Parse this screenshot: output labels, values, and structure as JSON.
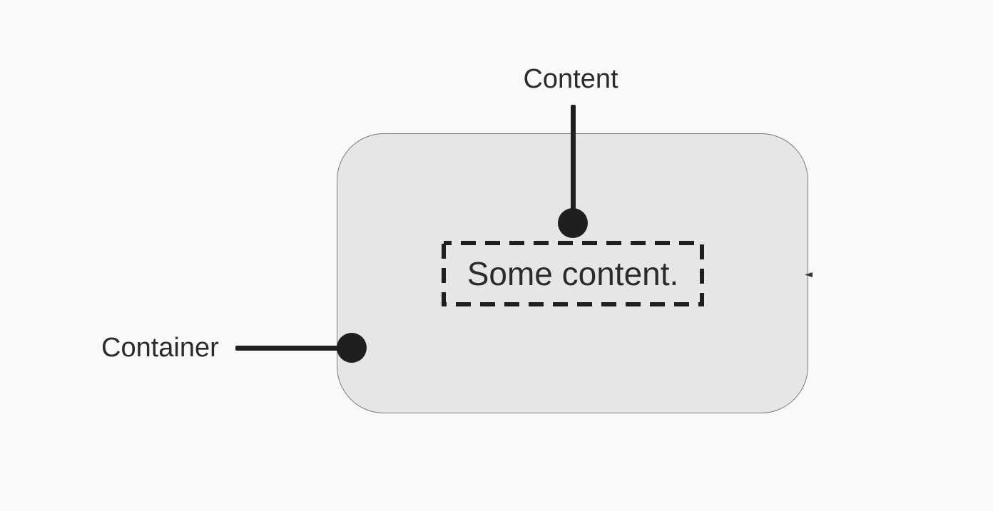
{
  "diagram": {
    "container_label": "Container",
    "content_label": "Content",
    "content_text": "Some content."
  },
  "colors": {
    "page_background": "#f8f9fb",
    "container_fill": "#e6e6e6",
    "container_border": "#7a7a7a",
    "annotation_ink": "#1f1f1f",
    "text_color": "#2b2b2b"
  }
}
